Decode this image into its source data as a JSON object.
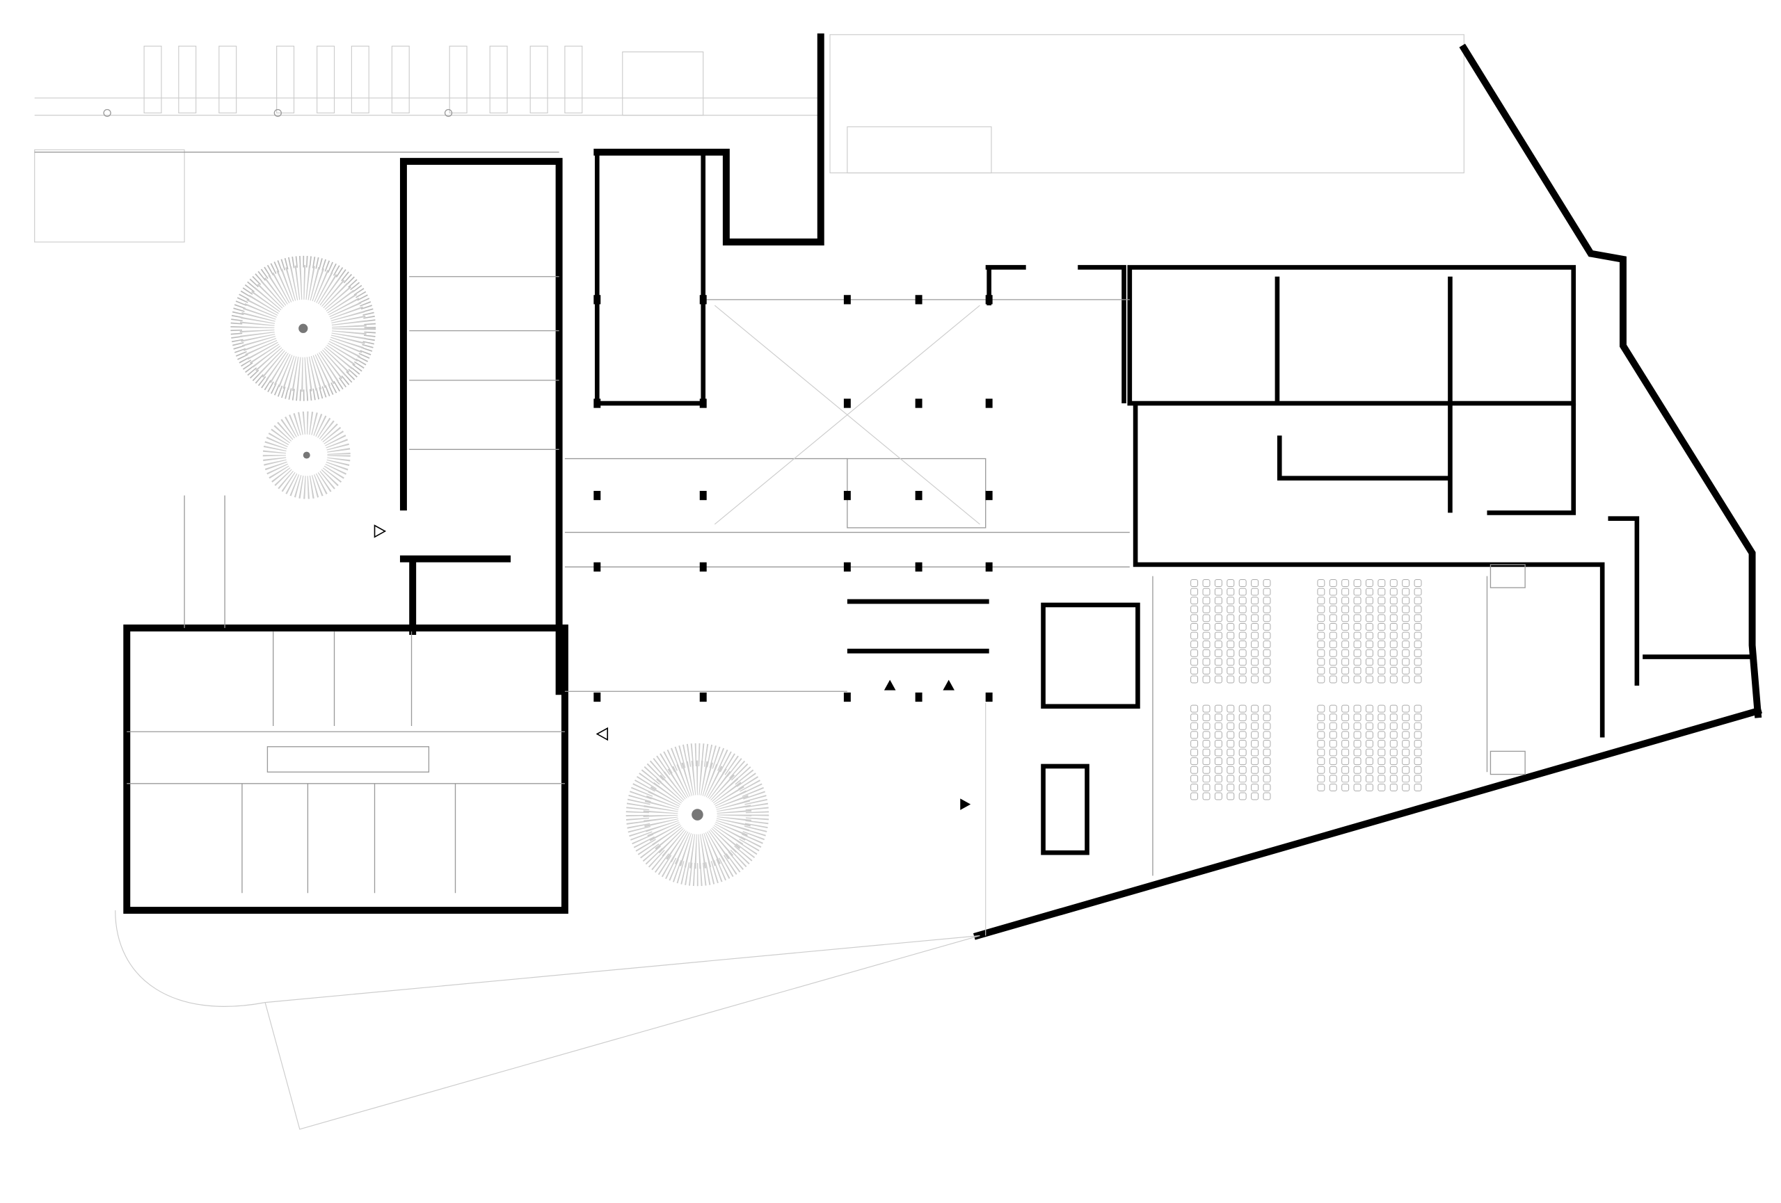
{
  "colors": {
    "wall": "#000000",
    "line": "#999999",
    "light_line": "#cccccc",
    "tree": "#777777"
  },
  "auditorium": {
    "seat_blocks": [
      {
        "columns": 7,
        "rows": 12
      },
      {
        "columns": 9,
        "rows": 12
      },
      {
        "columns": 7,
        "rows": 11
      },
      {
        "columns": 9,
        "rows": 10
      }
    ]
  },
  "columns_grid": {
    "x_count": 5,
    "y_count": 5
  },
  "entrance_markers": 5
}
